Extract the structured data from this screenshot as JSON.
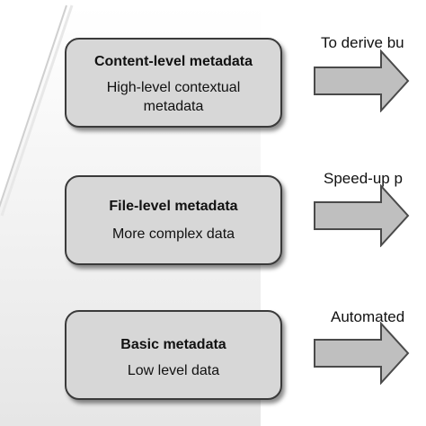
{
  "levels": [
    {
      "title": "Content-level metadata",
      "description_lines": [
        "High-level contextual",
        "metadata"
      ]
    },
    {
      "title": "File-level metadata",
      "description_lines": [
        "More complex data"
      ]
    },
    {
      "title": "Basic metadata",
      "description_lines": [
        "Low level data"
      ]
    }
  ],
  "outcomes": [
    "To derive bu",
    "Speed-up p",
    "Automated"
  ],
  "colors": {
    "box_fill": "#d7d7d7",
    "box_border": "#3a3a3a",
    "arrow_fill": "#bfbfbf",
    "arrow_border": "#4a4a4a"
  }
}
